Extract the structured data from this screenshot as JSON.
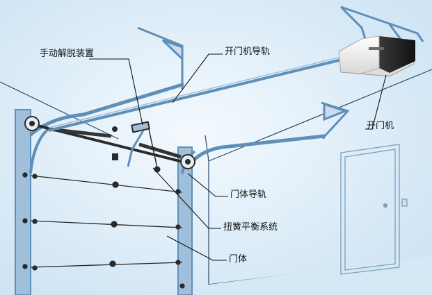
{
  "labels": {
    "manual_release": "手动解脱装置",
    "opener_rail": "开门机导轨",
    "opener": "开门机",
    "door_rail": "门体导轨",
    "torsion_spring": "扭簧平衡系统",
    "door_body": "门体"
  },
  "colors": {
    "rail_blue": "#5e8fb8",
    "rail_light": "#8fb6d6",
    "room_line": "#2c4a66",
    "opener_white": "#f2f2f2",
    "opener_dark": "#1e1e1e"
  },
  "icons": {
    "opener": "garage-door-opener-icon",
    "interior_door": "interior-door-icon"
  }
}
